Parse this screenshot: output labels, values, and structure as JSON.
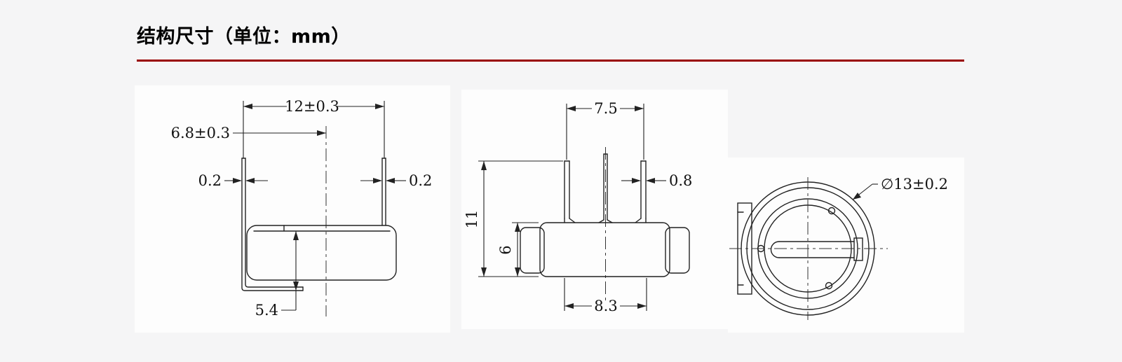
{
  "page": {
    "title": "结构尺寸（单位：mm）",
    "accent_color": "#990000",
    "background_color": "#f5f5f6"
  },
  "side_view": {
    "dim_top_width": "12±0.3",
    "dim_pin_offset": "6.8±0.3",
    "dim_pin_thickness_left": "0.2",
    "dim_pin_thickness_right": "0.2",
    "dim_height": "5.4"
  },
  "front_view": {
    "dim_pin_span": "7.5",
    "dim_pin_width": "0.8",
    "dim_total_height": "11",
    "dim_body_height": "6",
    "dim_bottom_width": "8.3"
  },
  "top_view": {
    "dim_diameter": "∅13±0.2"
  }
}
